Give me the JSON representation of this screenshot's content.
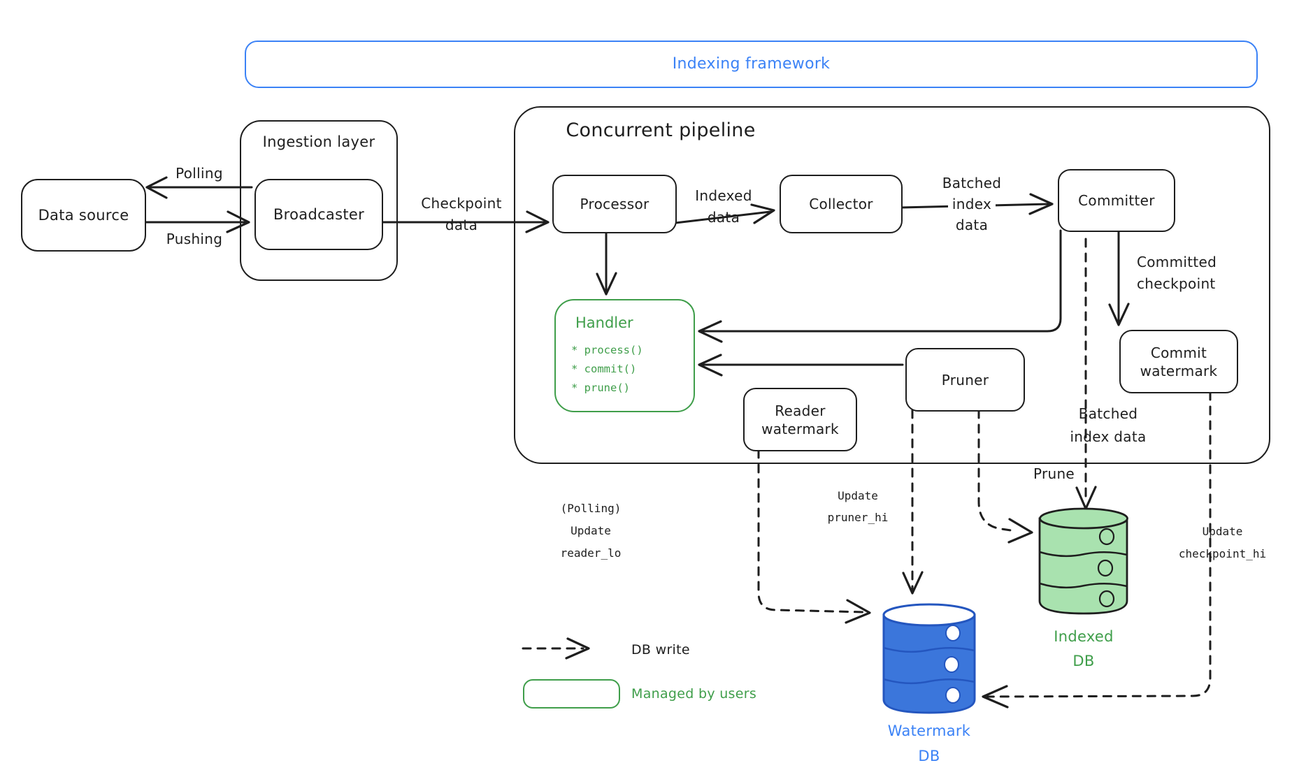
{
  "frames": {
    "indexing_framework": {
      "title": "Indexing framework"
    },
    "ingestion_layer": {
      "title": "Ingestion layer"
    },
    "concurrent_pipeline": {
      "title": "Concurrent pipeline"
    }
  },
  "nodes": {
    "data_source": {
      "label": "Data source"
    },
    "broadcaster": {
      "label": "Broadcaster"
    },
    "processor": {
      "label": "Processor"
    },
    "collector": {
      "label": "Collector"
    },
    "committer": {
      "label": "Committer"
    },
    "pruner": {
      "label": "Pruner"
    },
    "reader_watermark": {
      "lines": [
        "Reader",
        "watermark"
      ]
    },
    "commit_watermark": {
      "lines": [
        "Commit",
        "watermark"
      ]
    },
    "handler": {
      "title": "Handler",
      "methods": [
        "* process()",
        "* commit()",
        "* prune()"
      ]
    }
  },
  "databases": {
    "watermark_db": {
      "lines": [
        "Watermark",
        "DB"
      ]
    },
    "indexed_db": {
      "lines": [
        "Indexed",
        "DB"
      ]
    }
  },
  "edge_labels": {
    "polling": "Polling",
    "pushing": "Pushing",
    "checkpoint_data": {
      "lines": [
        "Checkpoint",
        "data"
      ]
    },
    "indexed_data": {
      "lines": [
        "Indexed",
        "data"
      ]
    },
    "batched_index_data": {
      "lines": [
        "Batched",
        "index",
        "data"
      ]
    },
    "committed_checkpoint": {
      "lines": [
        "Committed",
        "checkpoint"
      ]
    },
    "batched_index_data_2": {
      "lines": [
        "Batched",
        "index data"
      ]
    },
    "prune": "Prune",
    "update_reader_lo": {
      "lines": [
        "(Polling)",
        "Update",
        "reader_lo"
      ]
    },
    "update_pruner_hi": {
      "lines": [
        "Update",
        "pruner_hi"
      ]
    },
    "update_checkpoint_hi": {
      "lines": [
        "Update",
        "checkpoint_hi"
      ]
    }
  },
  "legend": {
    "db_write": "DB write",
    "managed_by_users": "Managed by users"
  },
  "colors": {
    "ink": "#1e1e1e",
    "accent_blue": "#3b82f6",
    "accent_green": "#3f9e4a",
    "watermark_db_fill": "#3b76db",
    "watermark_db_stroke": "#2456bf",
    "indexed_db_fill": "#a9e2af"
  }
}
